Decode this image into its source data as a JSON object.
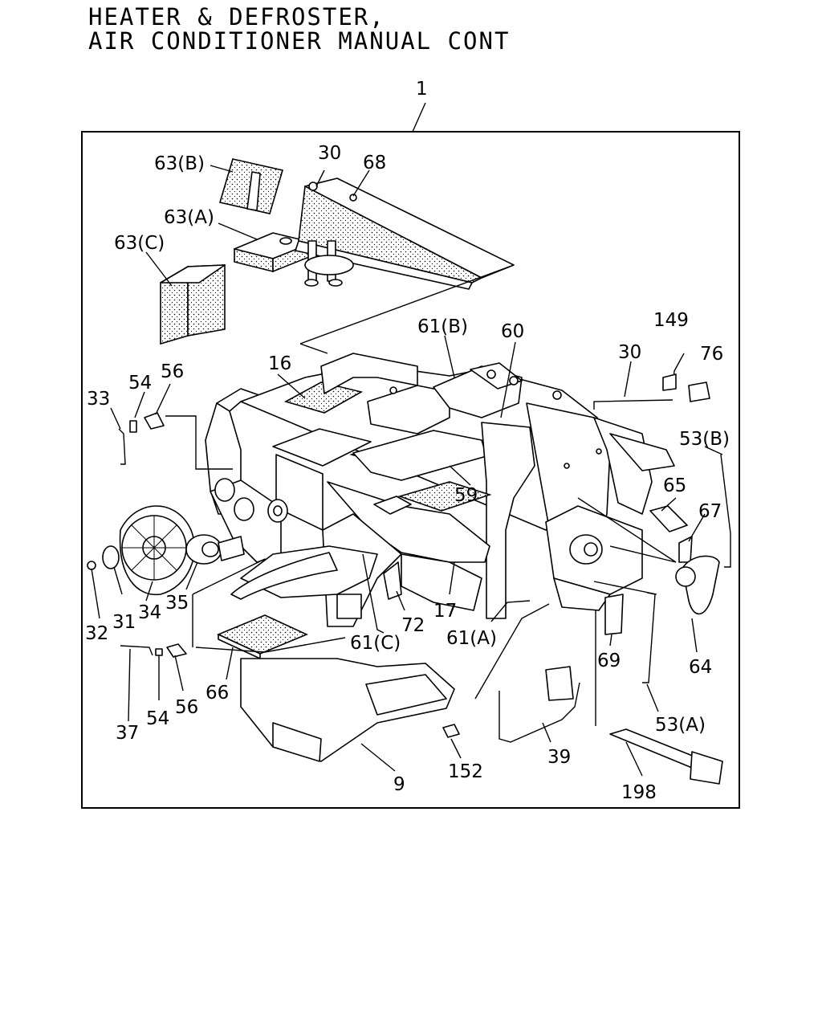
{
  "title": {
    "line1": "HEATER & DEFROSTER,",
    "line2": "AIR CONDITIONER MANUAL CONT"
  },
  "callouts": {
    "c1": "1",
    "c63b": "63(B)",
    "c63a": "63(A)",
    "c63c": "63(C)",
    "c30a": "30",
    "c68": "68",
    "c61b": "61(B)",
    "c60": "60",
    "c149": "149",
    "c76": "76",
    "c30b": "30",
    "c16": "16",
    "c54a": "54",
    "c56a": "56",
    "c33": "33",
    "c53b": "53(B)",
    "c65": "65",
    "c67": "67",
    "c59": "59",
    "c17": "17",
    "c72": "72",
    "c61a": "61(A)",
    "c61c": "61(C)",
    "c35": "35",
    "c34": "34",
    "c31": "31",
    "c32": "32",
    "c64": "64",
    "c69": "69",
    "c66": "66",
    "c56b": "56",
    "c54b": "54",
    "c37": "37",
    "c53a": "53(A)",
    "c39": "39",
    "c152": "152",
    "c9": "9",
    "c198": "198"
  }
}
